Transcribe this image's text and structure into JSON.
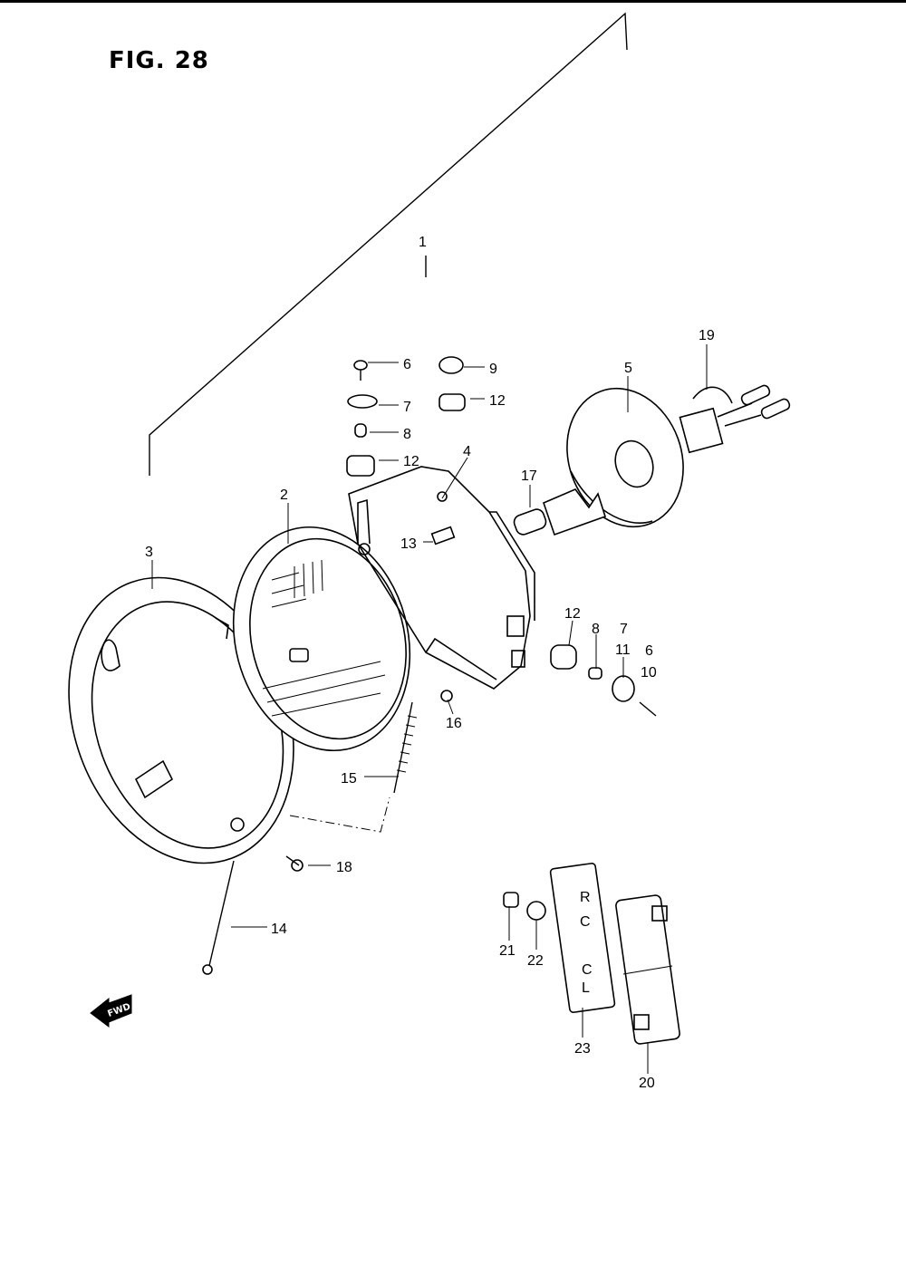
{
  "figure": {
    "title": "FIG. 28"
  },
  "fwd_label": "FWD",
  "callouts": {
    "c1": "1",
    "c2": "2",
    "c3": "3",
    "c4": "4",
    "c5": "5",
    "c6a": "6",
    "c6b": "6",
    "c7a": "7",
    "c7b": "7",
    "c8a": "8",
    "c8b": "8",
    "c9": "9",
    "c10": "10",
    "c11": "11",
    "c12a": "12",
    "c12b": "12",
    "c12c": "12",
    "c13": "13",
    "c14": "14",
    "c15": "15",
    "c16": "16",
    "c17": "17",
    "c18": "18",
    "c19": "19",
    "c20": "20",
    "c21": "21",
    "c22": "22",
    "c23": "23"
  },
  "reflector_marks": [
    "R",
    "C",
    "C",
    "L"
  ]
}
